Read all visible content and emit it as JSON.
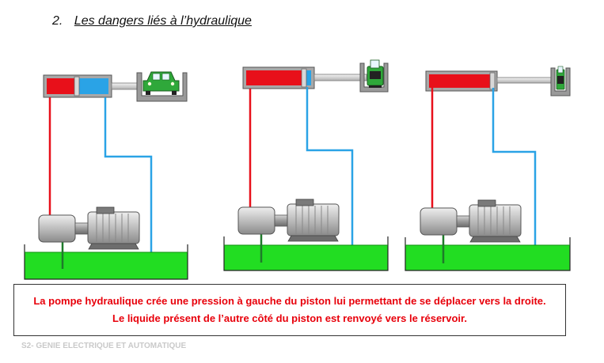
{
  "heading": {
    "number": "2.",
    "title": "Les dangers liés à l’hydraulique"
  },
  "caption": "La pompe hydraulique crée une pression à gauche du piston lui permettant de se déplacer vers la droite. Le liquide présent de l’autre côté du piston est renvoyé vers le réservoir.",
  "footer": "S2- GENIE ELECTRIQUE ET AUTOMATIQUE",
  "colors": {
    "pressure_line": "#e8101a",
    "return_line": "#2aa3e6",
    "reservoir_fluid": "#22dd22",
    "car": "#2fa83a"
  },
  "panels": [
    {
      "stage": "piston left, car intact",
      "piston_fill": 0.28,
      "car_crushed": 0.0
    },
    {
      "stage": "piston middle, car crushed",
      "piston_fill": 0.8,
      "car_crushed": 0.65
    },
    {
      "stage": "piston right, car flattened",
      "piston_fill": 0.9,
      "car_crushed": 0.85
    }
  ]
}
